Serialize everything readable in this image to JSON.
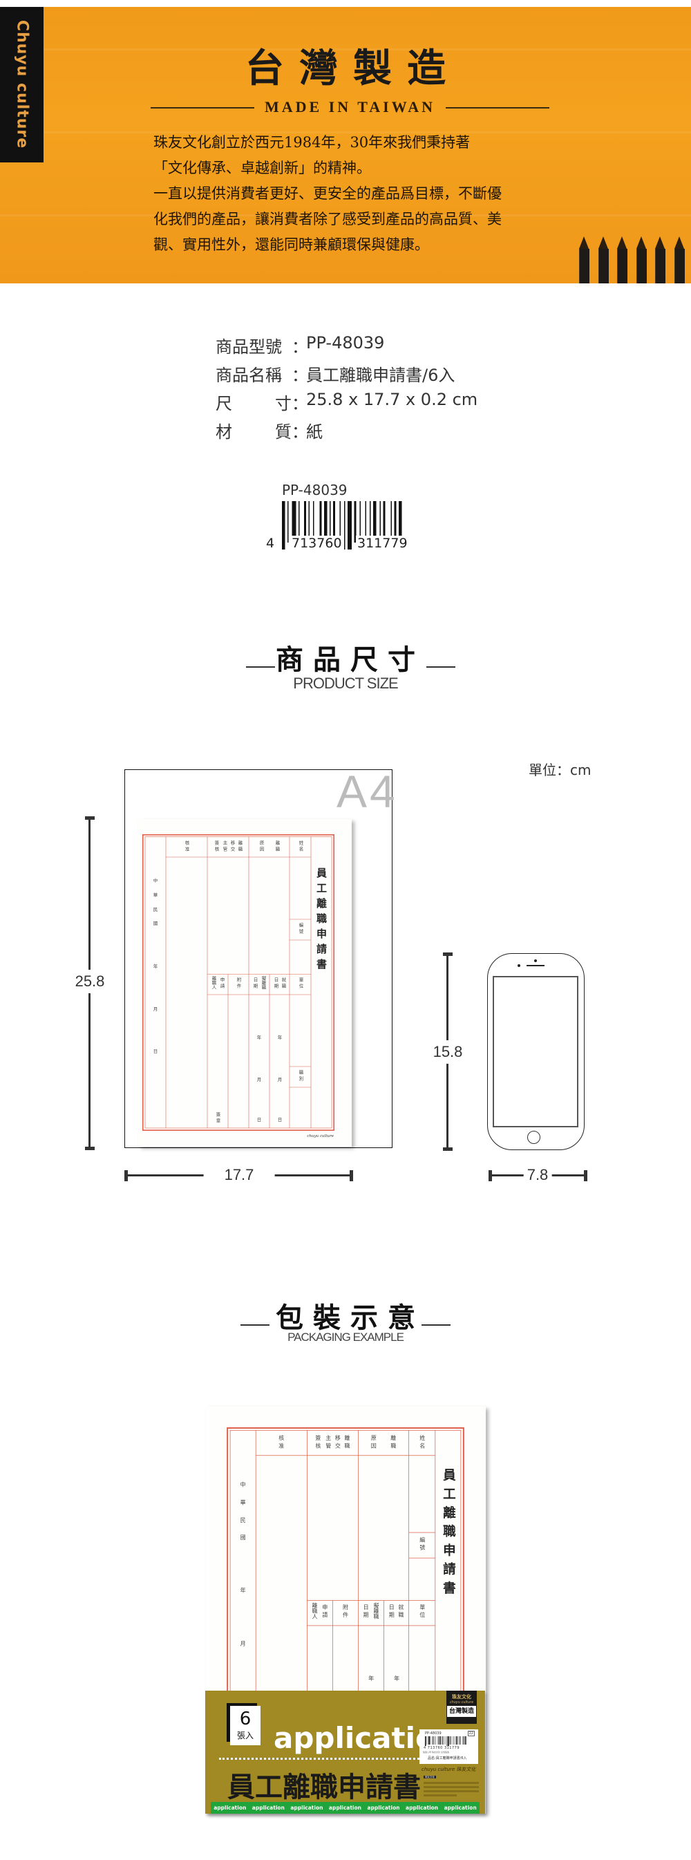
{
  "banner": {
    "brand_vertical": "Chuyu culture",
    "title": "台灣製造",
    "subtitle": "MADE IN TAIWAN",
    "paragraph": [
      "珠友文化創立於西元1984年，30年來我們秉持著",
      "「文化傳承、卓越創新」的精神。",
      "一直以提供消費者更好、更安全的產品爲目標，不斷優",
      "化我們的產品，讓消費者除了感受到產品的高品質、美",
      "觀、實用性外，還能同時兼顧環保與健康。"
    ]
  },
  "product_info": {
    "rows": [
      {
        "label": "商品型號",
        "colon": "：",
        "value": "PP-48039"
      },
      {
        "label": "商品名稱",
        "colon": "：",
        "value": "員工離職申請書/6入"
      },
      {
        "label_a": "尺",
        "label_b": "寸",
        "colon": "：",
        "value": "25.8 x 17.7 x 0.2 cm"
      },
      {
        "label_a": "材",
        "label_b": "質",
        "colon": "：",
        "value": "紙"
      }
    ],
    "barcode": {
      "label": "PP-48039",
      "digits": [
        "4",
        "713760",
        "311779"
      ]
    }
  },
  "size_section": {
    "title": "商品尺寸",
    "subtitle": "PRODUCT SIZE",
    "unit": "單位：cm",
    "a4_label": "A4",
    "height": "25.8",
    "width": "17.7",
    "phone_height": "15.8",
    "phone_width": "7.8"
  },
  "packaging_section": {
    "title": "包裝示意",
    "subtitle": "PACKAGING EXAMPLE",
    "count": "6",
    "count_unit": "張入",
    "app_word": "application",
    "product_title": "員工離職申請書",
    "strip_words": [
      "application",
      "application",
      "application",
      "application",
      "application",
      "application",
      "application"
    ],
    "badge": {
      "name": "珠友文化",
      "en": "chuyu culture",
      "made": "台灣製造"
    },
    "label": {
      "code": "PP-48039",
      "num": "22",
      "digits": "4 713760 311779",
      "fine": "製造公司:珠友文化 台灣製造",
      "name": "品名:員工離職申請書/6入"
    },
    "brand_line": "chuyu culture 珠友文化",
    "fine_tag": "珠友文化"
  },
  "form": {
    "title": "員工離職申請書",
    "name": "姓名",
    "number": "編號",
    "unit": "單位",
    "position": "職別",
    "reason_a": "原因",
    "reason_b": "離職",
    "handover": [
      "簽核",
      "主管",
      "移交",
      "離職"
    ],
    "approve": "核准",
    "start_a": "就職",
    "start_b": "日期",
    "leave_a": "擬離職",
    "leave_b": "日期",
    "attach": "附件",
    "applicant_a": "申請",
    "applicant_b": "離職人",
    "sign": "簽章",
    "year": "年",
    "month": "月",
    "day": "日",
    "roc": [
      "中",
      "華",
      "民",
      "國"
    ],
    "brand": "chuyu culture"
  },
  "colors": {
    "banner": "#f19a1a",
    "form_red": "#e0604a",
    "band": "#a18a23",
    "strip": "#1fa53b"
  }
}
